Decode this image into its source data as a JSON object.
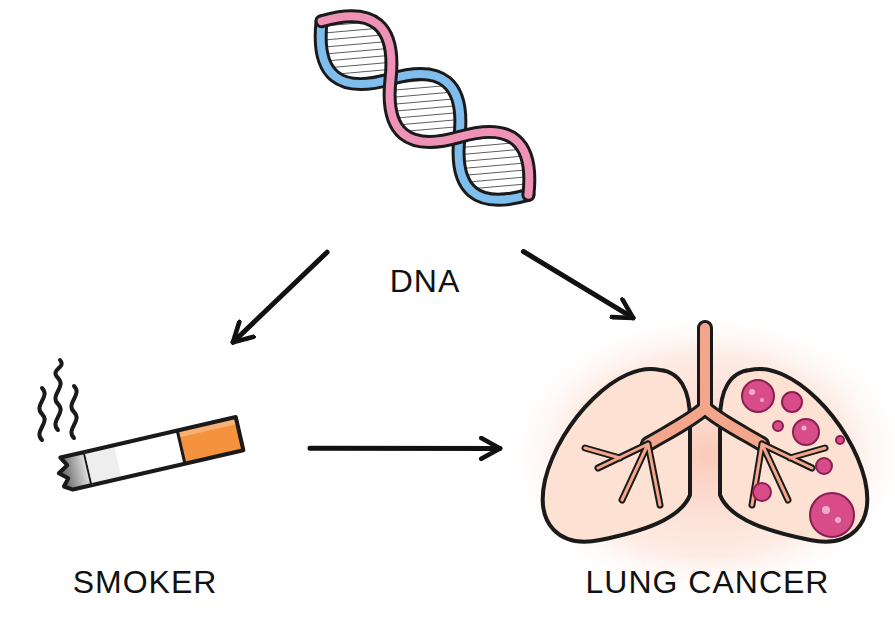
{
  "diagram": {
    "nodes": [
      {
        "text": [
          "DNA"
        ]
      },
      {
        "text": [
          "SMOKER"
        ]
      },
      {
        "text": [
          "LUNG CANCER"
        ]
      }
    ],
    "edges": [
      {
        "from": 0,
        "to": 1,
        "arrow": "to"
      },
      {
        "from": 0,
        "to": 2,
        "arrow": "to"
      },
      {
        "from": 1,
        "to": 2,
        "arrow": "to"
      }
    ]
  }
}
